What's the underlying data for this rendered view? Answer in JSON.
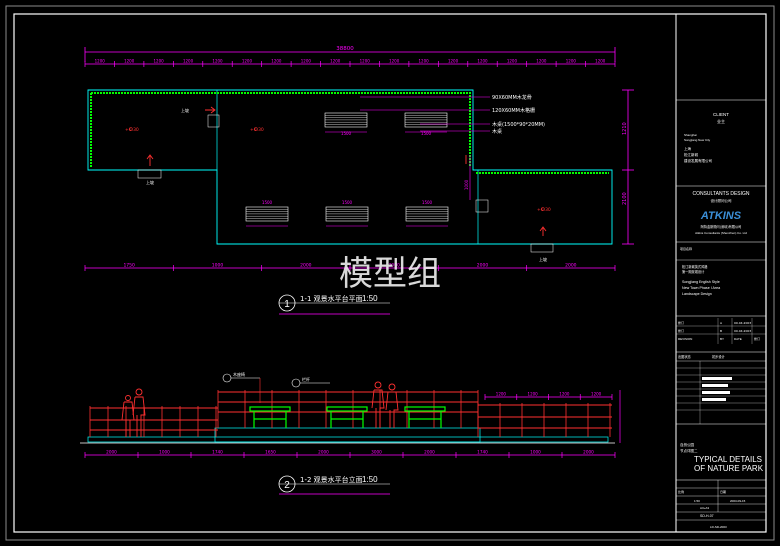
{
  "watermark": "模型组",
  "plan": {
    "overall_dim": "38800",
    "dims_top": [
      "1200",
      "1200",
      "1200",
      "1200",
      "1200",
      "1200",
      "1200",
      "1200",
      "1200",
      "1200",
      "1200",
      "1200",
      "1200",
      "1200",
      "1200",
      "1200",
      "1200",
      "1200"
    ],
    "dims_bottom": [
      "1750",
      "1000",
      "2000",
      "3000",
      "2000",
      "2000"
    ],
    "right_dims": [
      "1210",
      "1000",
      "2100"
    ],
    "callouts": [
      "90X60MM木龙骨",
      "120X60MM木格栅",
      "木桌(1500*90*20MM)",
      "木桌"
    ],
    "bench_dims": [
      "1500",
      "1500",
      "1500",
      "1500",
      "1500"
    ],
    "levels": [
      "+0.30",
      "+0.30",
      "+0.30"
    ],
    "arrows": [
      "上坡",
      "上坡",
      "上坡"
    ]
  },
  "title1": {
    "num": "1",
    "text": "1-1  观景水平台平面",
    "scale": "1:50"
  },
  "elevation": {
    "dims_bottom": [
      "2000",
      "1000",
      "1740",
      "1650",
      "2000",
      "3000",
      "2000",
      "1740",
      "1000",
      "2000"
    ],
    "dims_top": [
      "1200",
      "1200",
      "1200",
      "1200"
    ],
    "callouts": [
      "木座椅",
      "栏杆"
    ]
  },
  "title2": {
    "num": "2",
    "text": "1-2  观景水平台立面",
    "scale": "1:50"
  },
  "titleblock": {
    "client_label": "CLIENT",
    "client_cn": "业主",
    "client_city": "Shanghai",
    "client_name": "Songjiang New City",
    "client_cn2": "上海",
    "client_cn3": "松江新城",
    "client_cn4": "建设发展有限公司",
    "consultant_label": "CONSULTANTS DESIGN",
    "consultant_cn": "设计顾问公司",
    "logo": "ATKINS",
    "consultant_full": "阿特金斯顾问(深圳)有限公司",
    "consultant_en": "Atkins Consultants (Shenzhen) Co. Ltd",
    "project_label": "项目名称",
    "project_cn1": "松江新城英式风格",
    "project_cn2": "第一期景观设计",
    "project_en1": "Songjiang English Style",
    "project_en2": "New Town Phase I Area",
    "project_en3": "Landscape Design",
    "rev_rows": [
      [
        "修订",
        "A",
        "09.04.2003"
      ],
      [
        "修订",
        "B",
        "09.04.2003"
      ]
    ],
    "rev_header": [
      "REVISION",
      "BY",
      "DATE",
      "修订"
    ],
    "status_label": "出图状态",
    "status_value": "初步设计",
    "drawing_title_cn1": "自然公园",
    "drawing_title_cn2": "节点详图二",
    "drawing_title_en1": "TYPICAL DETAILS",
    "drawing_title_en2": "OF NATURE PARK",
    "scale_row": [
      "比例",
      "1:50",
      "日期",
      "2003-09-15"
    ],
    "sheet_row": [
      "A3+A3"
    ],
    "drawing_no": "SD-H-07",
    "footer": "LD-SD-2003"
  },
  "colors": {
    "magenta": "#ff00ff",
    "green": "#00ff00",
    "cyan": "#00ffff",
    "red": "#ff3030",
    "white": "#ffffff",
    "yellow": "#ffff00",
    "logo_blue": "#3b8fd8"
  }
}
